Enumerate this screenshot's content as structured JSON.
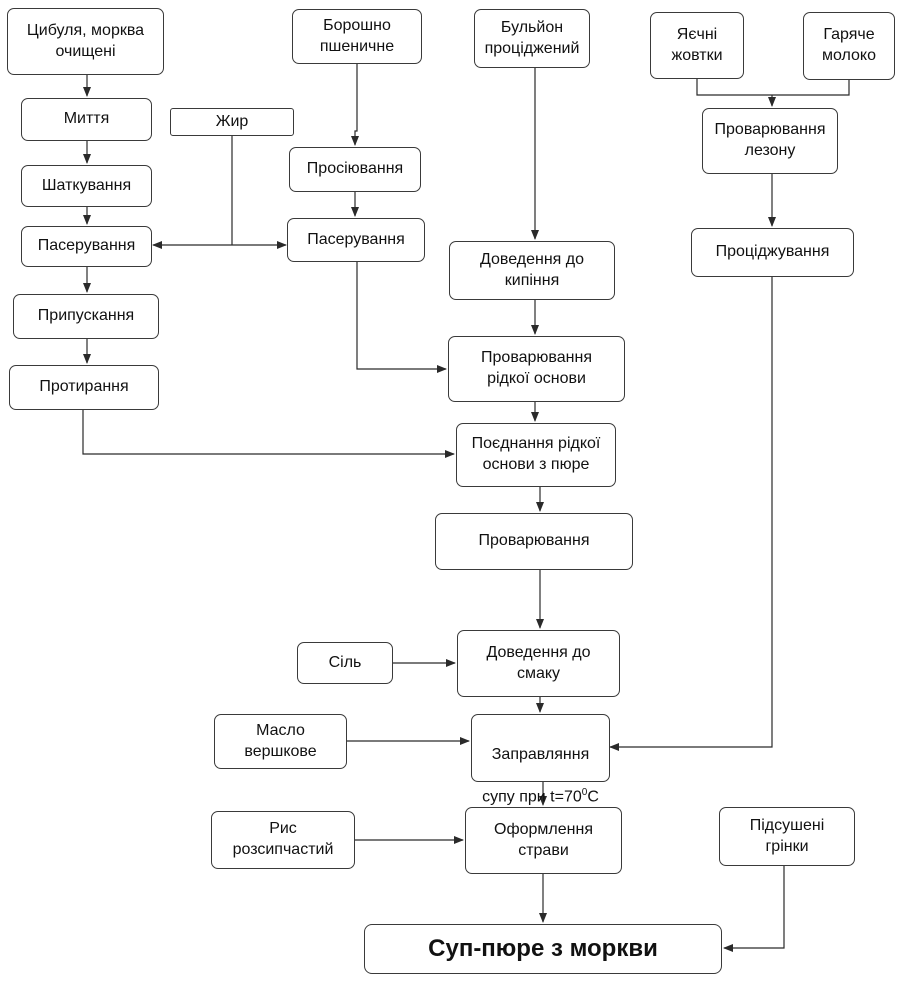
{
  "nodes": {
    "onion_carrot": "Цибуля, морква\nочищені",
    "washing": "Миття",
    "shredding": "Шаткування",
    "saute_veg": "Пасерування",
    "stewing": "Припускання",
    "rubbing": "Протирання",
    "fat": "Жир",
    "flour": "Борошно\nпшеничне",
    "sifting": "Просіювання",
    "saute_flour": "Пасерування",
    "broth": "Бульйон\nпроціджений",
    "boiling": "Доведення до\nкипіння",
    "boil_base": "Проварювання\nрідкої основи",
    "combine": "Поєднання рідкої\nоснови з пюре",
    "simmer": "Проварювання",
    "salt": "Сіль",
    "taste": "Доведення до\nсмаку",
    "butter": "Масло\nвершкове",
    "dress_line1": "Заправляння",
    "dress_line2_prefix": "супу при t=70",
    "dress_degree": "0",
    "dress_line2_suffix": "C",
    "rice": "Рис\nрозсипчастий",
    "plating": "Оформлення\nстрави",
    "croutons": "Підсушені\nгрінки",
    "yolks": "Яєчні\nжовтки",
    "hot_milk": "Гаряче\nмолоко",
    "boil_lezon": "Проварювання\nлезону",
    "straining": "Проціджування",
    "final": "Суп-пюре з моркви"
  },
  "colors": {
    "line": "#2a2a2a",
    "border": "#3a3a3a"
  }
}
